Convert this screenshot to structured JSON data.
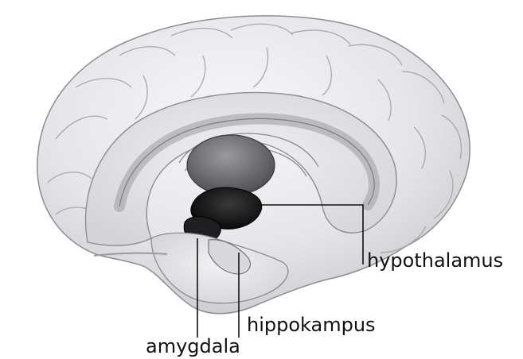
{
  "labels": {
    "hypothalamus": "hypothalamus",
    "hippokampus": "hippokampus",
    "amygdala": "amygdala"
  },
  "colors": {
    "background": "#ffffff",
    "brain_fill": "#ececef",
    "brain_shadow": "#c8c8cc",
    "outline": "#8d8d92",
    "limbic_dark": "#1a1a1a",
    "thalamus": "#6f6f73",
    "leader_line": "#111111",
    "label_text": "#111111"
  }
}
